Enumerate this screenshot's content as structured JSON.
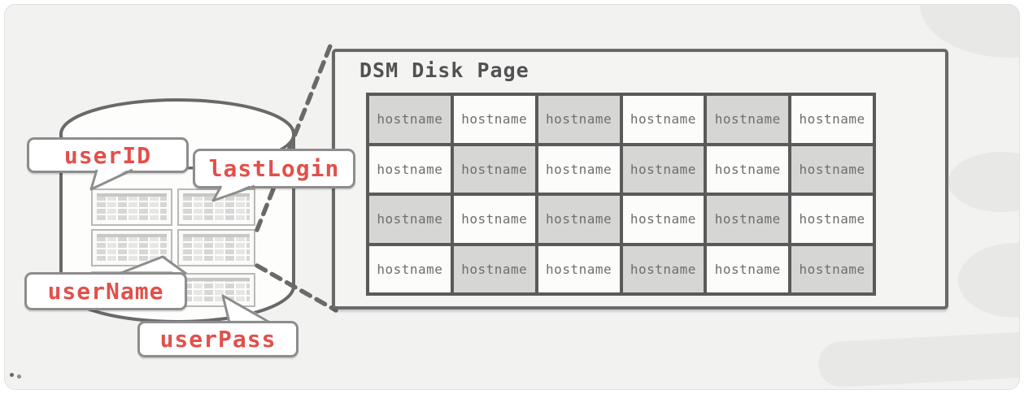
{
  "callouts": {
    "user_id": "userID",
    "last_login": "lastLogin",
    "user_name": "userName",
    "user_pass": "userPass"
  },
  "disk_page": {
    "title": "DSM Disk Page",
    "rows": 4,
    "columns": 6,
    "grid": [
      [
        "hostname",
        "hostname",
        "hostname",
        "hostname",
        "hostname",
        "hostname"
      ],
      [
        "hostname",
        "hostname",
        "hostname",
        "hostname",
        "hostname",
        "hostname"
      ],
      [
        "hostname",
        "hostname",
        "hostname",
        "hostname",
        "hostname",
        "hostname"
      ],
      [
        "hostname",
        "hostname",
        "hostname",
        "hostname",
        "hostname",
        "hostname"
      ]
    ],
    "shade_pattern": "checkerboard-start-gray"
  },
  "colors": {
    "accent_red": "#e2504b",
    "stroke_gray": "#696969",
    "cell_gray": "#d6d6d4",
    "cell_white": "#fcfcfb",
    "canvas_bg": "#f2f2f1"
  }
}
